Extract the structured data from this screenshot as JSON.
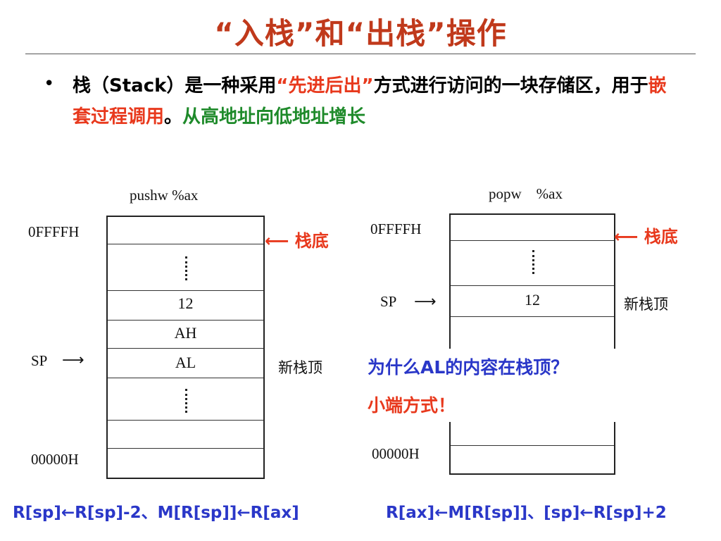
{
  "title": "“入栈”和“出栈”操作",
  "bullet": {
    "p1": "栈（Stack）是一种采用",
    "p2": "“先进后出”",
    "p3": "方式进行访问的一块存储区，用于",
    "p4": "嵌套过程调用",
    "p5": "。",
    "p6": "从高地址向低地址增长"
  },
  "left_diagram": {
    "instruction": "pushw %ax",
    "top_address": "0FFFFH",
    "bottom_address": "00000H",
    "sp_label": "SP",
    "cells": [
      "12",
      "AH",
      "AL"
    ],
    "bottom_label": "栈底",
    "top_label": "新栈顶"
  },
  "right_diagram": {
    "instruction": "popw    %ax",
    "top_address": "0FFFFH",
    "bottom_address": "00000H",
    "sp_label": "SP",
    "cells": [
      "12"
    ],
    "bottom_label": "栈底",
    "top_label": "新栈顶"
  },
  "note": {
    "question": "为什么AL的内容在栈顶？",
    "answer": "小端方式！"
  },
  "formulas": {
    "push": "R[sp]←R[sp]-2、M[R[sp]]←R[ax]",
    "pop": "R[ax]←M[R[sp]]、[sp]←R[sp]+2"
  },
  "colors": {
    "title": "#c0391b",
    "accent_red": "#e8391d",
    "accent_green": "#1e8a2a",
    "accent_blue": "#2a37c8"
  }
}
